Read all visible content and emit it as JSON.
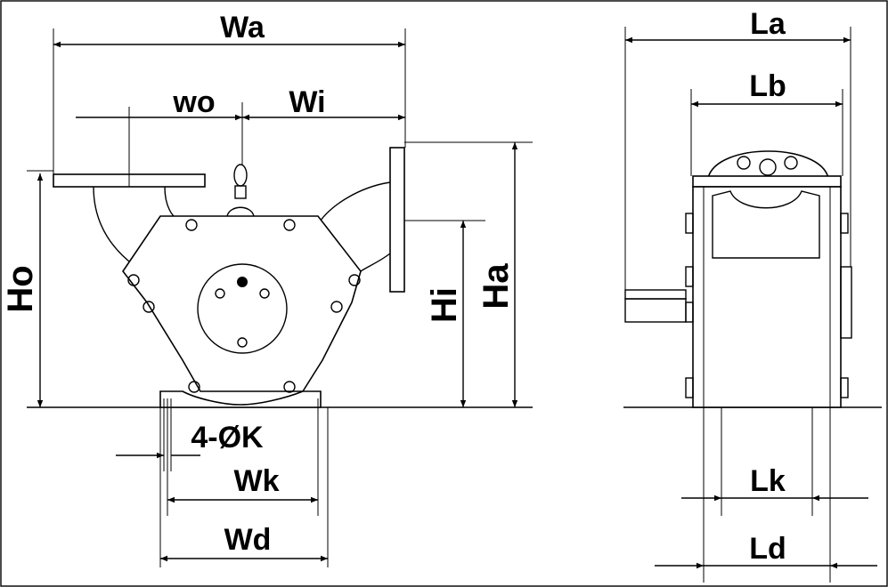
{
  "labels": {
    "wa": "Wa",
    "wo": "wo",
    "wi": "Wi",
    "ho": "Ho",
    "hi": "Hi",
    "ha": "Ha",
    "holes": "4-ØK",
    "wk": "Wk",
    "wd": "Wd",
    "la": "La",
    "lb": "Lb",
    "lk": "Lk",
    "ld": "Ld"
  }
}
